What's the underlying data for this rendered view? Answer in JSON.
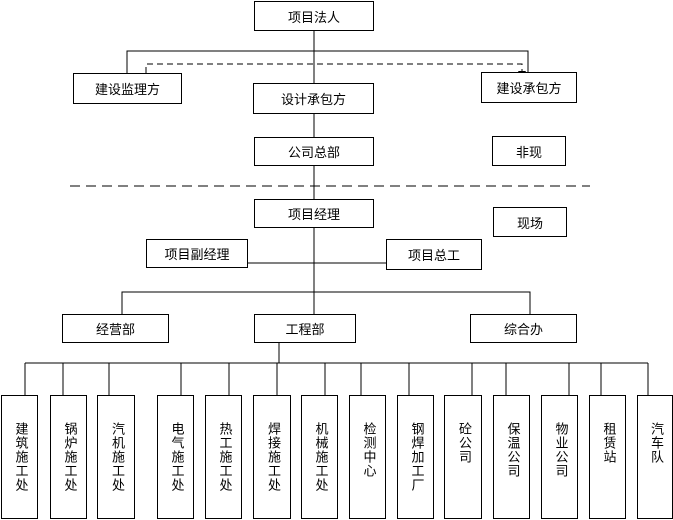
{
  "top": {
    "owner": "项目法人",
    "supervisor": "建设监理方",
    "designer": "设计承包方",
    "contractor": "建设承包方"
  },
  "offsite": {
    "headquarters": "公司总部",
    "label": "非现"
  },
  "onsite": {
    "manager": "项目经理",
    "label": "现场",
    "deputy_manager": "项目副经理",
    "chief_engineer": "项目总工"
  },
  "departments": {
    "business": "经营部",
    "engineering": "工程部",
    "general_office": "综合办"
  },
  "units": [
    "建筑施工处",
    "锅炉施工处",
    "汽机施工处",
    "电气施工处",
    "热工施工处",
    "焊接施工处",
    "机械施工处",
    "检测中心",
    "钢焊加工厂",
    "砼公司",
    "保温公司",
    "物业公司",
    "租赁站",
    "汽车队"
  ],
  "colors": {
    "line": "#000000",
    "box_border": "#000000",
    "background": "#ffffff"
  }
}
